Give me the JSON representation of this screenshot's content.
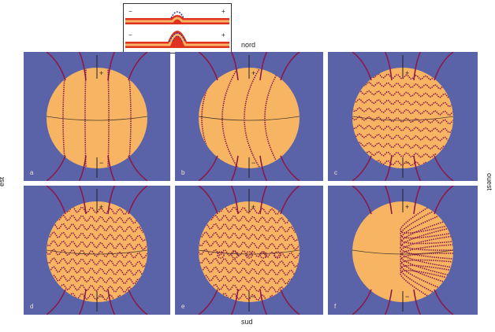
{
  "directions": {
    "north": "nord",
    "south": "sud",
    "east": "est",
    "west": "ouest"
  },
  "panels": [
    {
      "label": "a",
      "pattern": "meridional"
    },
    {
      "label": "b",
      "pattern": "sheared"
    },
    {
      "label": "c",
      "pattern": "wound"
    },
    {
      "label": "d",
      "pattern": "kinked"
    },
    {
      "label": "e",
      "pattern": "looped"
    },
    {
      "label": "f",
      "pattern": "reversed"
    }
  ],
  "signs": {
    "plus": "+",
    "minus": "−"
  },
  "colors": {
    "background": "#5b63a8",
    "sun": "#f7b564",
    "field_line": "#8a1a4a",
    "equator": "#4a3a2a"
  }
}
